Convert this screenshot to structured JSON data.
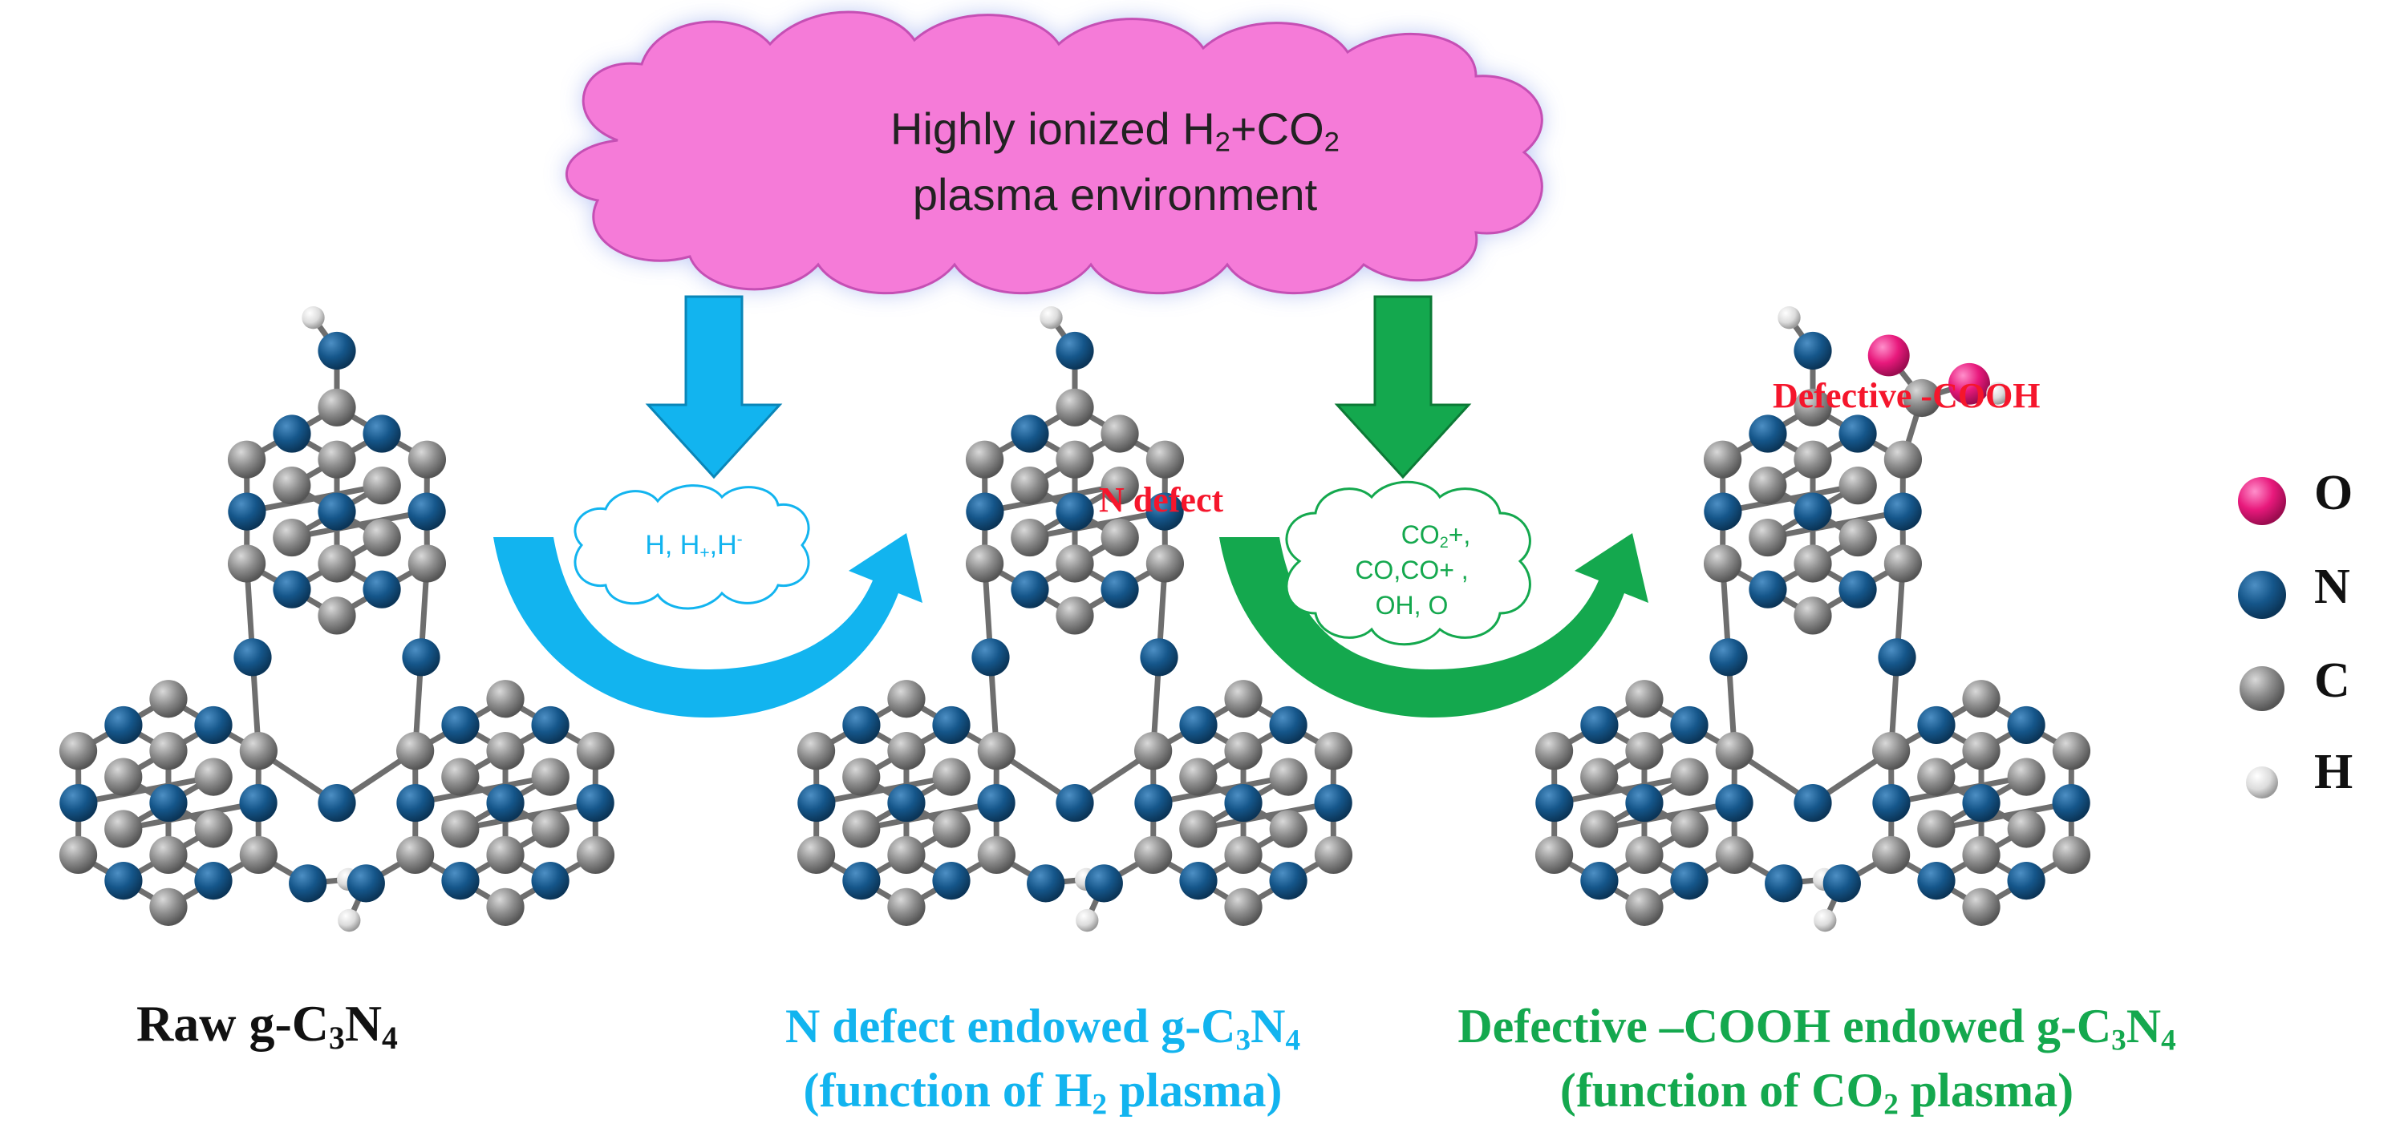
{
  "top_cloud": {
    "line1_prefix": "Highly ionized H",
    "line1_sub1": "2",
    "line1_mid": "+CO",
    "line1_sub2": "2",
    "line2": "plasma environment"
  },
  "h2_cloud": {
    "part1": "H, H",
    "sub": "+",
    "part2": ",H",
    "sup": "-"
  },
  "co2_cloud": {
    "line1_prefix": "CO",
    "line1_sub": "2",
    "line1_suffix": "+,",
    "line2": "CO,CO+ ,",
    "line3": "OH, O"
  },
  "annotations": {
    "n_defect": "N defect",
    "defective_cooh": "Defective -COOH"
  },
  "captions": {
    "raw": {
      "prefix": "Raw g-C",
      "sub1": "3",
      "mid": "N",
      "sub2": "4"
    },
    "h2": {
      "line1_prefix": "N defect endowed  g-C",
      "sub1": "3",
      "mid": "N",
      "sub2": "4",
      "line2_prefix": "(function of H",
      "line2_sub": "2",
      "line2_suffix": " plasma)"
    },
    "co2": {
      "line1_prefix": "Defective –COOH endowed  g-C",
      "sub1": "3",
      "mid": "N",
      "sub2": "4",
      "line2_prefix": "(function of CO",
      "line2_sub": "2",
      "line2_suffix": " plasma)"
    }
  },
  "legend": [
    {
      "symbol": "O",
      "color": "#e8197c",
      "icon": "oxygen-atom-icon"
    },
    {
      "symbol": "N",
      "color": "#1a5a8c",
      "icon": "nitrogen-atom-icon"
    },
    {
      "symbol": "C",
      "color": "#8a8a8a",
      "icon": "carbon-atom-icon"
    },
    {
      "symbol": "H",
      "color": "#e6e6e6",
      "icon": "hydrogen-atom-icon"
    }
  ],
  "colors": {
    "cloud_fill": "#f57bd8",
    "cloud_glow": "#b9c4f0",
    "h2_blue": "#12b4ef",
    "co2_green": "#14a84e",
    "defect_red": "#f5162c",
    "nitrogen": "#1a5a8c",
    "carbon": "#8a8a8a",
    "hydrogen": "#e6e6e6",
    "oxygen": "#e8197c",
    "bond": "#6e6e6e"
  }
}
